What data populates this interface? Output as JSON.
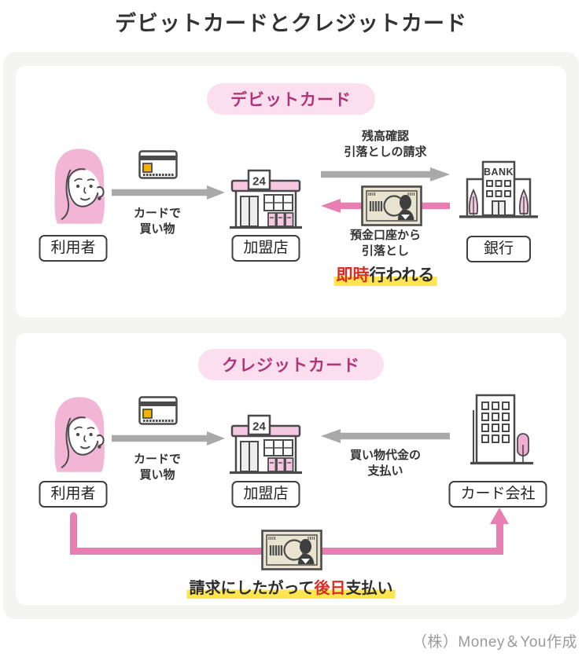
{
  "title": "デビットカードとクレジットカード",
  "footer_credit": "（株）Money＆You作成",
  "colors": {
    "accent_pink": "#e87fb2",
    "pill_bg": "#fbdfee",
    "pill_text": "#b03578",
    "highlight_yellow": "#ffe54f",
    "emphasis_red": "#dc2b20",
    "arrow_gray": "#a9a9a9"
  },
  "debit": {
    "heading": "デビットカード",
    "user_label": "利用者",
    "store_label": "加盟店",
    "bank_label": "銀行",
    "store_sign": "24",
    "bank_sign": "BANK",
    "purchase_line1": "カードで",
    "purchase_line2": "買い物",
    "request_line1": "残高確認",
    "request_line2": "引落としの請求",
    "withdraw_line1": "預金口座から",
    "withdraw_line2": "引落とし",
    "timing_em": "即時",
    "timing_rest": "行われる"
  },
  "credit": {
    "heading": "クレジットカード",
    "user_label": "利用者",
    "store_label": "加盟店",
    "company_label": "カード会社",
    "store_sign": "24",
    "purchase_line1": "カードで",
    "purchase_line2": "買い物",
    "payment_line1": "買い物代金の",
    "payment_line2": "支払い",
    "later_prefix": "請求にしたがって",
    "later_em": "後日",
    "later_suffix": "支払い"
  }
}
